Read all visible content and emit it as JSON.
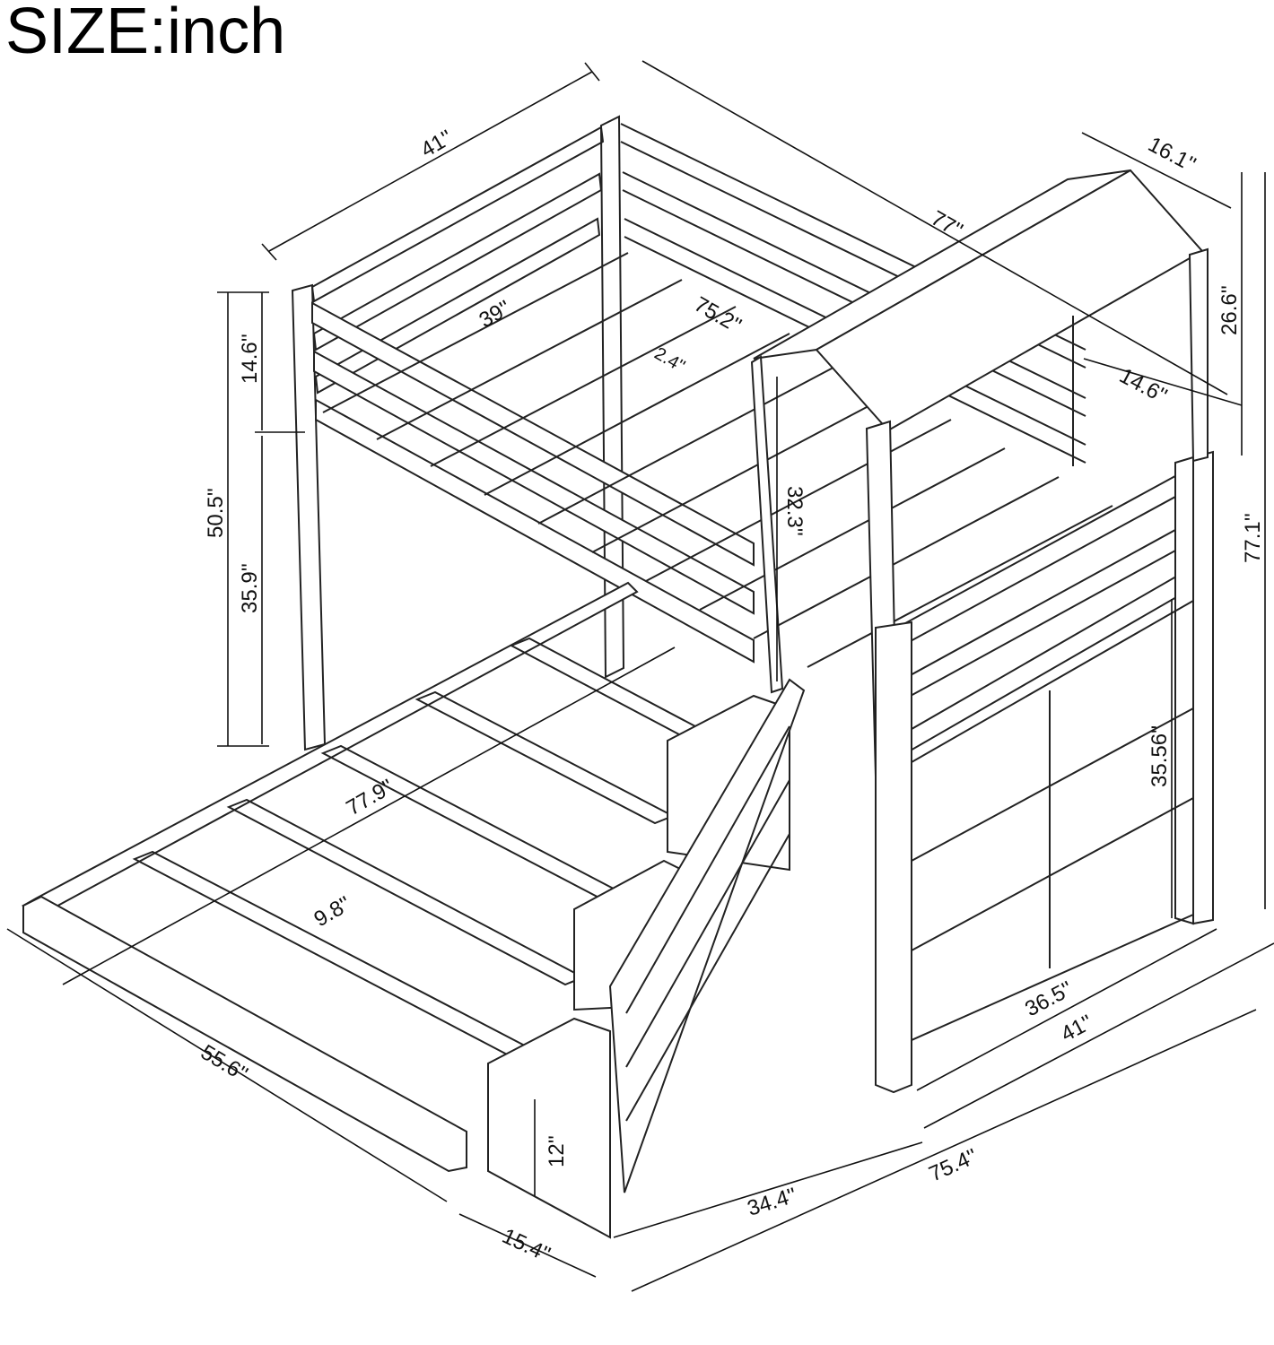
{
  "title": "SIZE:inch",
  "dimensions": {
    "top_width": "41''",
    "overall_length_top": "77''",
    "roof_width": "16.1''",
    "upper_mattress_width": "39''",
    "upper_mattress_length": "75.2''",
    "upper_small": "2.4''",
    "upper_rail_height": "14.6''",
    "roof_height": "26.6''",
    "roof_inset": "14.6''",
    "total_left_height": "50.5''",
    "lower_clearance": "35.9''",
    "ladder_height": "32.3''",
    "total_height": "77.1''",
    "shelf_height": "35.56''",
    "lower_mattress_length": "77.9''",
    "slat_gap": "9.8''",
    "lower_width": "55.6''",
    "step_height": "12''",
    "step_depth": "15.4''",
    "stairs_length": "34.4''",
    "overall_length_bottom": "75.4''",
    "shelf_width": "36.5''",
    "bottom_width": "41''"
  }
}
